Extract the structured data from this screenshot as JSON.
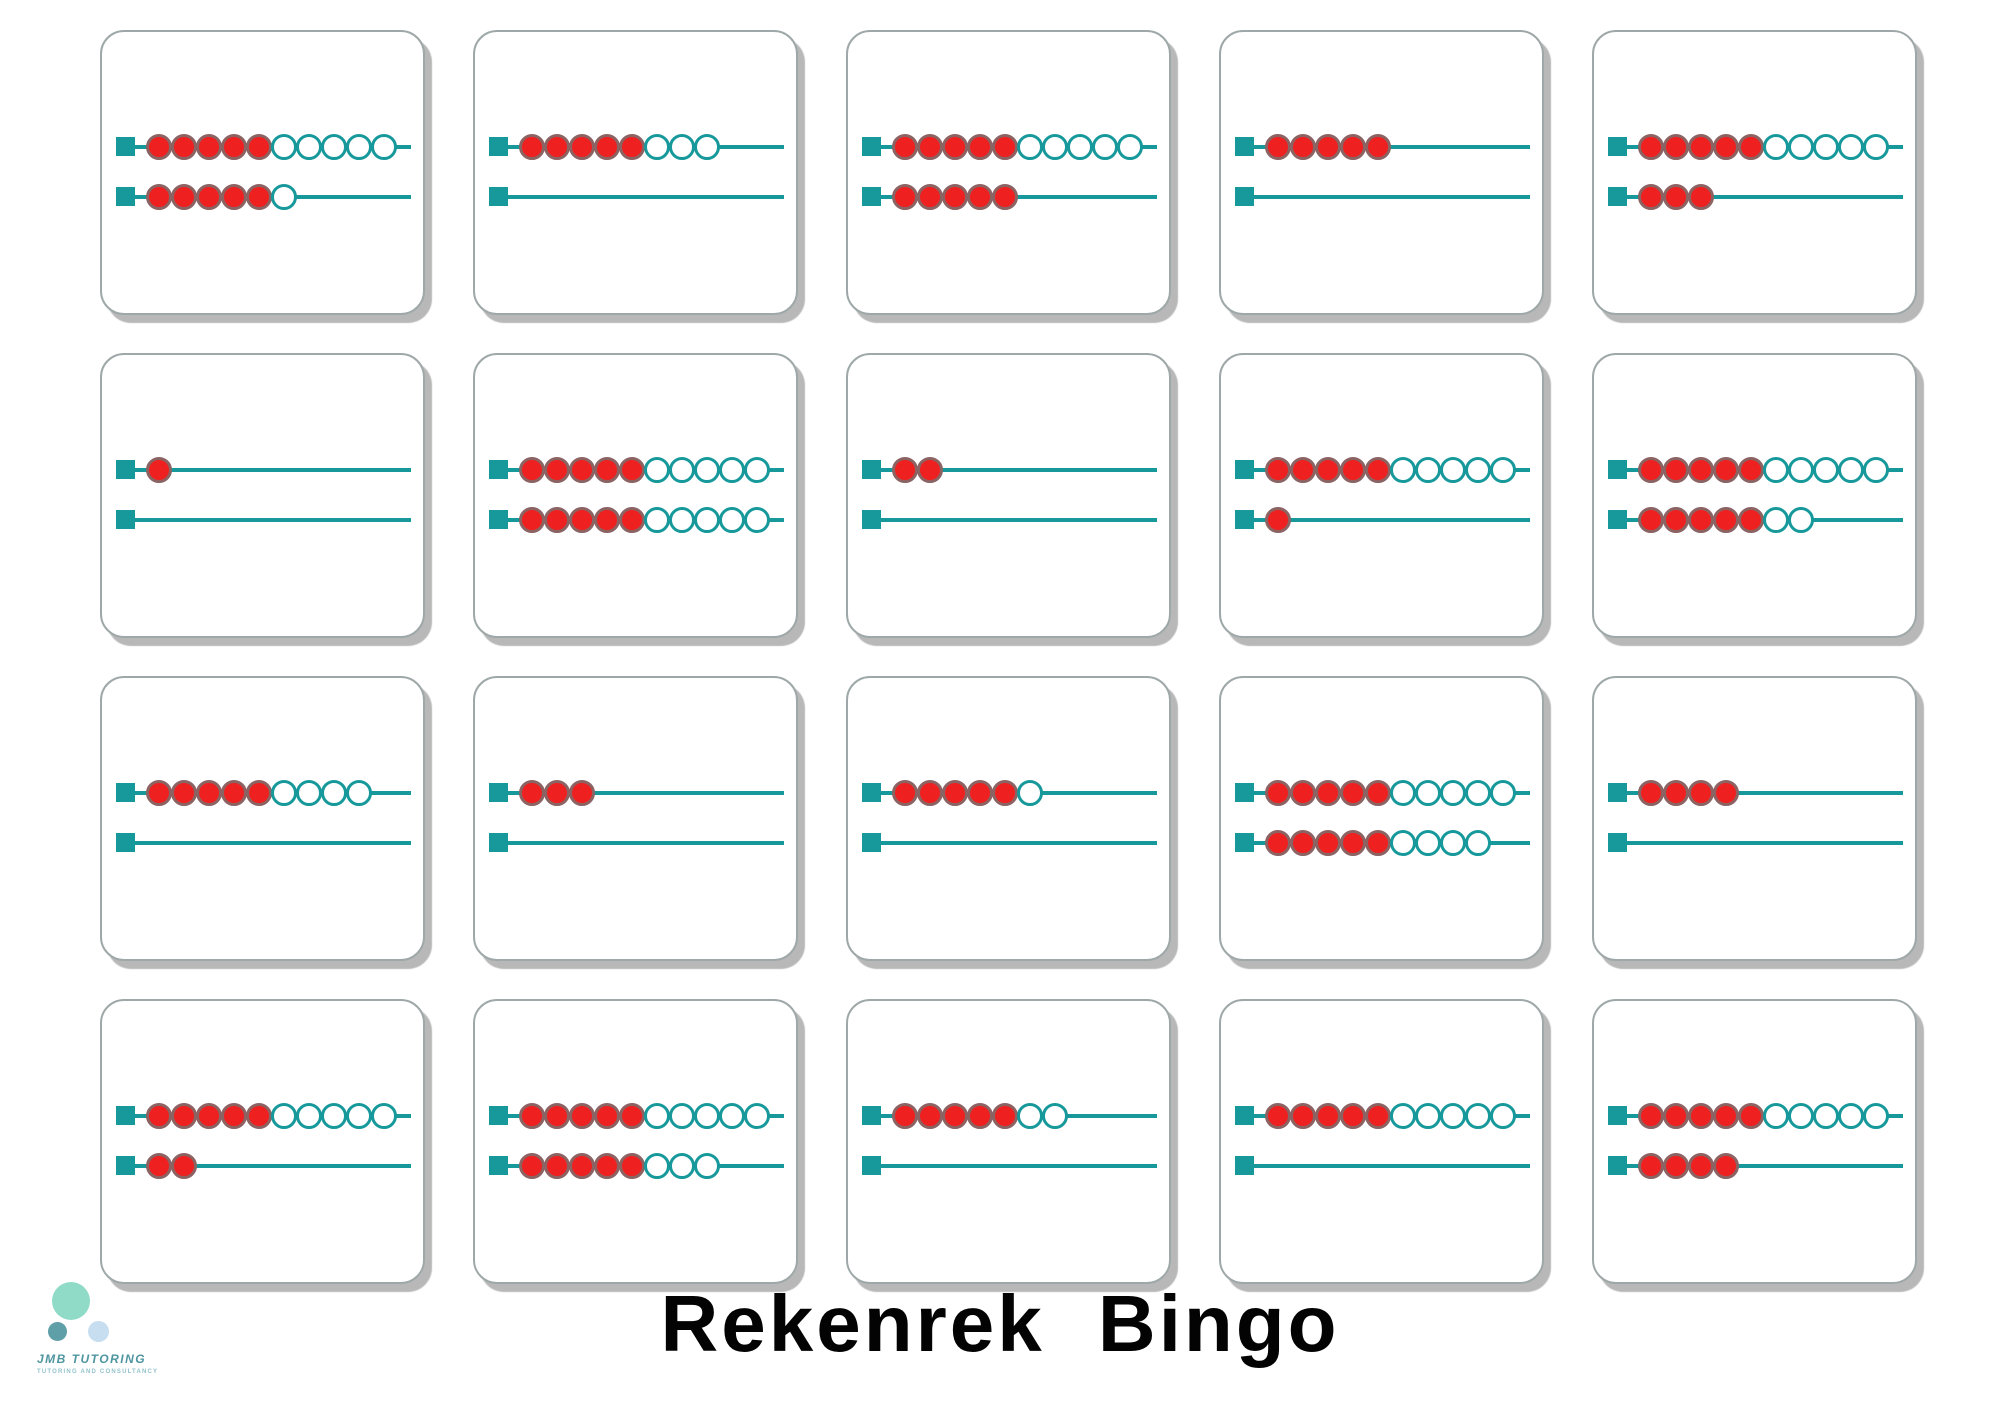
{
  "page": {
    "title": "Rekenrek Bingo"
  },
  "logo": {
    "name": "JMB TUTORING",
    "tagline": "TUTORING AND CONSULTANCY"
  },
  "colors": {
    "teal": "#17999b",
    "red": "#ee2020",
    "bead_stroke": "#8b6363",
    "card_border": "#9fa8a8",
    "shadow_gray": "#7d7d7d",
    "title_color": "#030303",
    "logo_mint": "#8fdbc7",
    "logo_teal": "#5f9fa8",
    "logo_blue": "#c6def0"
  },
  "board": {
    "rows": 4,
    "cols": 5,
    "cards": [
      {
        "rods": [
          {
            "red": 5,
            "white": 5
          },
          {
            "red": 5,
            "white": 1
          }
        ]
      },
      {
        "rods": [
          {
            "red": 5,
            "white": 3
          },
          {
            "red": 0,
            "white": 0
          }
        ]
      },
      {
        "rods": [
          {
            "red": 5,
            "white": 5
          },
          {
            "red": 5,
            "white": 0
          }
        ]
      },
      {
        "rods": [
          {
            "red": 5,
            "white": 0
          },
          {
            "red": 0,
            "white": 0
          }
        ]
      },
      {
        "rods": [
          {
            "red": 5,
            "white": 5
          },
          {
            "red": 3,
            "white": 0
          }
        ]
      },
      {
        "rods": [
          {
            "red": 1,
            "white": 0
          },
          {
            "red": 0,
            "white": 0
          }
        ]
      },
      {
        "rods": [
          {
            "red": 5,
            "white": 5
          },
          {
            "red": 5,
            "white": 5
          }
        ]
      },
      {
        "rods": [
          {
            "red": 2,
            "white": 0
          },
          {
            "red": 0,
            "white": 0
          }
        ]
      },
      {
        "rods": [
          {
            "red": 5,
            "white": 5
          },
          {
            "red": 1,
            "white": 0
          }
        ]
      },
      {
        "rods": [
          {
            "red": 5,
            "white": 5
          },
          {
            "red": 5,
            "white": 2
          }
        ]
      },
      {
        "rods": [
          {
            "red": 5,
            "white": 4
          },
          {
            "red": 0,
            "white": 0
          }
        ]
      },
      {
        "rods": [
          {
            "red": 3,
            "white": 0
          },
          {
            "red": 0,
            "white": 0
          }
        ]
      },
      {
        "rods": [
          {
            "red": 5,
            "white": 1
          },
          {
            "red": 0,
            "white": 0
          }
        ]
      },
      {
        "rods": [
          {
            "red": 5,
            "white": 5
          },
          {
            "red": 5,
            "white": 4
          }
        ]
      },
      {
        "rods": [
          {
            "red": 4,
            "white": 0
          },
          {
            "red": 0,
            "white": 0
          }
        ]
      },
      {
        "rods": [
          {
            "red": 5,
            "white": 5
          },
          {
            "red": 2,
            "white": 0
          }
        ]
      },
      {
        "rods": [
          {
            "red": 5,
            "white": 5
          },
          {
            "red": 5,
            "white": 3
          }
        ]
      },
      {
        "rods": [
          {
            "red": 5,
            "white": 2
          },
          {
            "red": 0,
            "white": 0
          }
        ]
      },
      {
        "rods": [
          {
            "red": 5,
            "white": 5
          },
          {
            "red": 0,
            "white": 0
          }
        ]
      },
      {
        "rods": [
          {
            "red": 5,
            "white": 5
          },
          {
            "red": 4,
            "white": 0
          }
        ]
      }
    ]
  }
}
